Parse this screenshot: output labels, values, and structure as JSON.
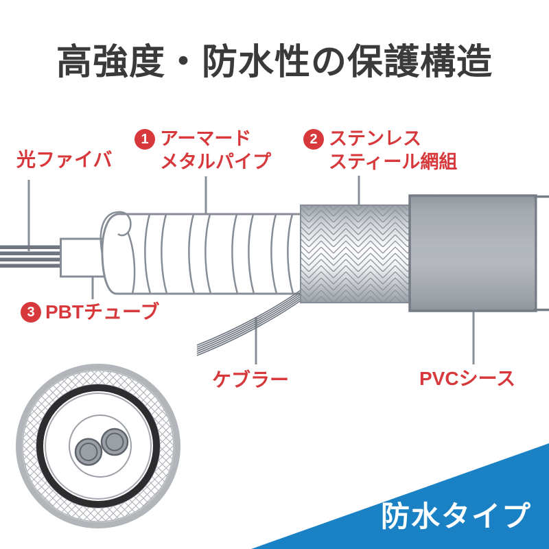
{
  "title": "高強度・防水性の保護構造",
  "callouts": {
    "fiber": {
      "label": "光ファイバ"
    },
    "armored": {
      "num": "1",
      "line1": "アーマード",
      "line2": "メタルパイプ"
    },
    "stainless": {
      "num": "2",
      "line1": "ステンレス",
      "line2": "スティール網組"
    },
    "pbt": {
      "num": "3",
      "label": "PBTチューブ"
    },
    "kevlar": {
      "label": "ケブラー"
    },
    "pvc": {
      "label": "PVCシース"
    }
  },
  "banner": {
    "label": "防水タイプ"
  },
  "colors": {
    "accent_red": "#d7383b",
    "title_gray": "#3a3a3a",
    "outline_gray": "#878d96",
    "banner_blue": "#1a82c4"
  }
}
